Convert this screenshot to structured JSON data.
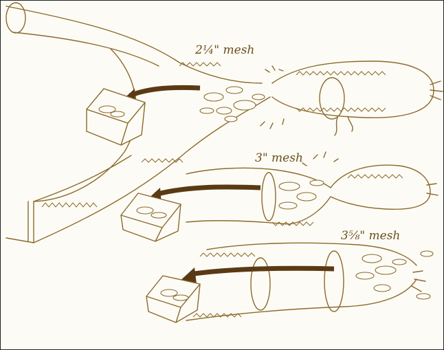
{
  "labels": {
    "mesh_top": "2¼\" mesh",
    "mesh_middle": "3\" mesh",
    "mesh_bottom": "3⅝\" mesh"
  },
  "colors": {
    "ink": "#8a6a2c",
    "arrow": "#5a3a14",
    "paper": "#fdfbf5"
  }
}
